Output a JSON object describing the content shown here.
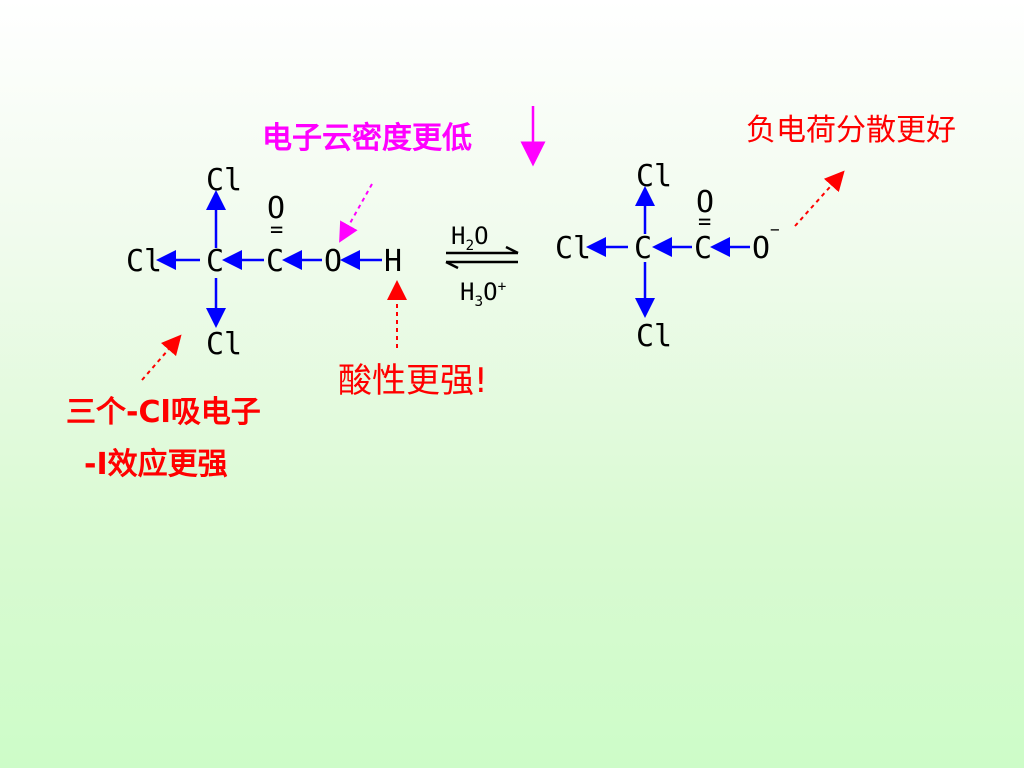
{
  "annotations": {
    "electron_density_lower": "电子云密度更低",
    "charge_dispersed_better": "负电荷分散更好",
    "acidity_stronger": "酸性更强!",
    "three_cl_withdraw": "三个-Cl吸电子",
    "inductive_effect_stronger": "-I效应更强"
  },
  "left_molecule": {
    "cl_top": "Cl",
    "cl_left": "Cl",
    "cl_bottom": "Cl",
    "c_central": "C",
    "c_carbonyl": "C",
    "o_carbonyl": "O",
    "double_bond": "=",
    "o_hydroxyl": "O",
    "h": "H"
  },
  "right_molecule": {
    "cl_top": "Cl",
    "cl_left": "Cl",
    "cl_bottom": "Cl",
    "c_central": "C",
    "c_carbonyl": "C",
    "o_carbonyl": "O",
    "double_bond": "=",
    "o_anion": "O",
    "charge": "−"
  },
  "equilibrium": {
    "forward_main": "H",
    "forward_sub": "2",
    "forward_tail": "O",
    "reverse_main": "H",
    "reverse_sub": "3",
    "reverse_tail": "O",
    "reverse_sup": "+"
  },
  "colors": {
    "blue_arrow": "#0000ff",
    "magenta": "#ff00ff",
    "red": "#ff0000"
  }
}
